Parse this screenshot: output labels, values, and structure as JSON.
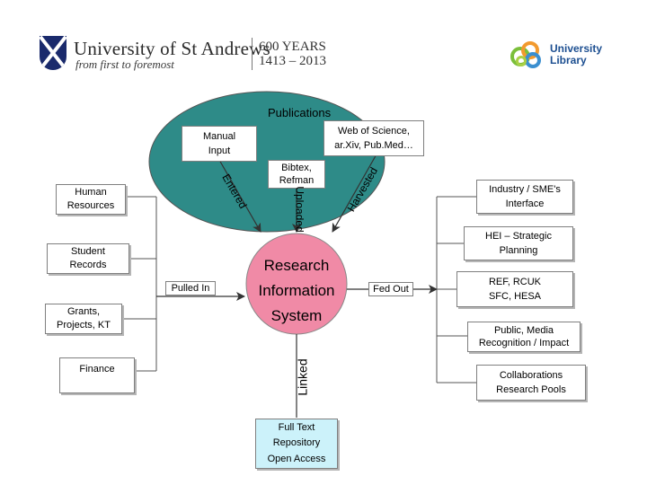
{
  "header": {
    "university_name": "University of St Andrews",
    "tagline": "from first to foremost",
    "years_title": "600 YEARS",
    "years_range": "1413 – 2013",
    "library_line1": "University",
    "library_line2": "Library",
    "colors": {
      "crest": "#1a2a6c",
      "library_text": "#1d4f91",
      "ring_green": "#7bbf3a",
      "ring_orange": "#f29a2e",
      "ring_blue": "#3a8fd0",
      "ring_lime": "#a9d046"
    }
  },
  "diagram": {
    "publications_label": "Publications",
    "ellipse_color": "#2e8b88",
    "center_color": "#f08aa6",
    "repository_color": "#ccf2fa",
    "manual_input": "Manual\nInput",
    "web_of_science": "Web of Science,\nar.Xiv, Pub.Med…",
    "bibtex": "Bibtex,\nRefman",
    "center": "Research\nInformation\nSystem",
    "edge_entered": "Entered",
    "edge_uploaded": "Uploaded",
    "edge_harvested": "Harvested",
    "edge_linked": "Linked",
    "pulled_in": "Pulled In",
    "fed_out": "Fed Out",
    "sources": [
      "Human\nResources",
      "Student\nRecords",
      "Grants,\nProjects, KT",
      "Finance"
    ],
    "outputs": [
      "Industry / SME's\nInterface",
      "HEI – Strategic\nPlanning",
      "REF, RCUK\nSFC, HESA",
      "Public, Media\nRecognition / Impact",
      "Collaborations\nResearch Pools"
    ],
    "repository": "Full Text\nRepository\nOpen Access"
  }
}
